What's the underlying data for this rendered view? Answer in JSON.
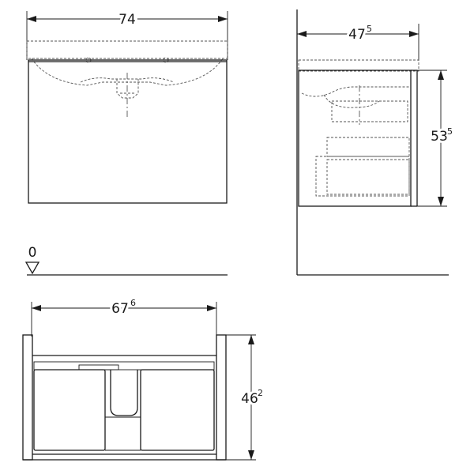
{
  "dimensions": {
    "front_width": {
      "main": "74",
      "sup": ""
    },
    "side_depth": {
      "main": "47",
      "sup": "5"
    },
    "side_height": {
      "main": "53",
      "sup": "5"
    },
    "top_width": {
      "main": "67",
      "sup": "6"
    },
    "top_depth": {
      "main": "46",
      "sup": "2"
    },
    "floor_level": {
      "main": "0",
      "sup": ""
    }
  }
}
